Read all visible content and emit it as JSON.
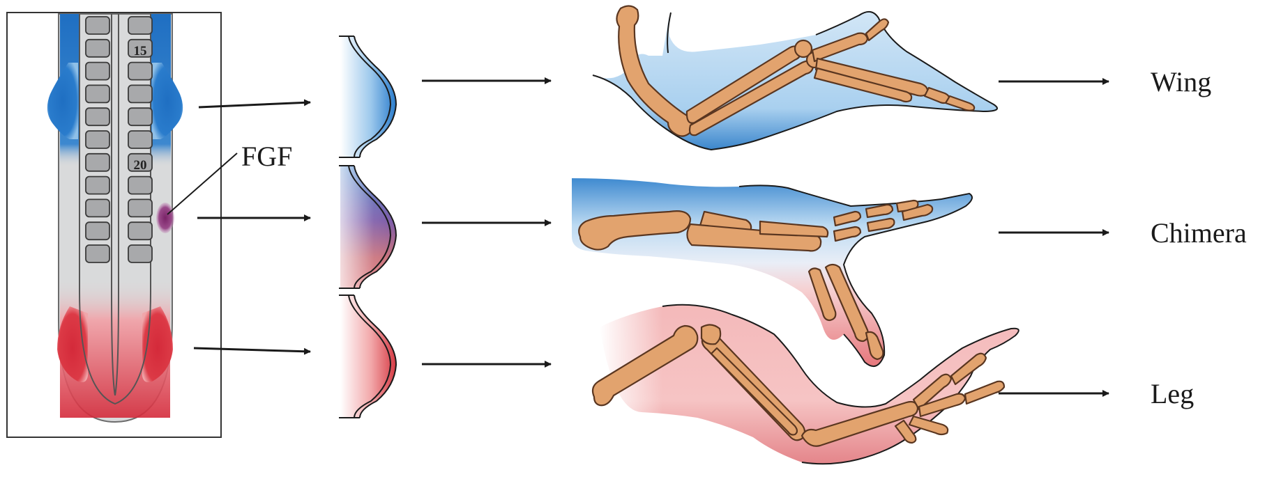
{
  "labels": {
    "fgf": "FGF",
    "somite_15": "15",
    "somite_20": "20",
    "wing": "Wing",
    "chimera": "Chimera",
    "leg": "Leg"
  },
  "colors": {
    "forelimb_blue": "#1f6fc2",
    "light_blue": "#bfdcf2",
    "hindlimb_red": "#d42a3a",
    "light_red": "#f4b8b8",
    "fgf_purple": "#8a2f7a",
    "bone": "#e2a36e",
    "somite_gray": "#a8a9ab",
    "embryo_gray": "#d9dadb"
  }
}
